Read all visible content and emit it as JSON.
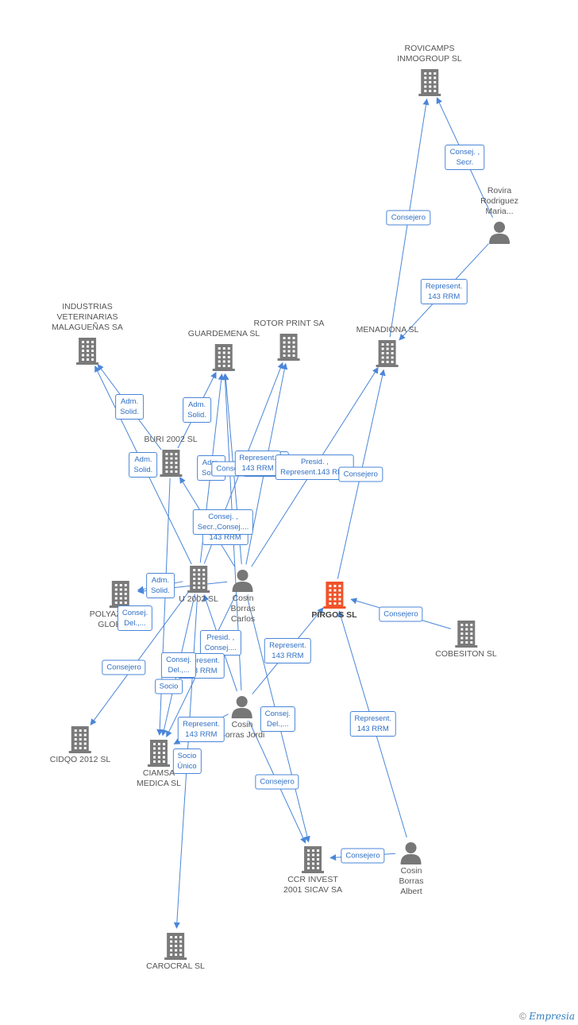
{
  "colors": {
    "edge": "#4a86d8",
    "company": "#7a7a7a",
    "focus": "#f0532a",
    "person": "#777777"
  },
  "nodes": [
    {
      "id": "rovicamps",
      "kind": "company",
      "label": "ROVICAMPS\nINMOGROUP SL",
      "label_pos": "above"
    },
    {
      "id": "rovira",
      "kind": "person",
      "label": "Rovira\nRodriguez\nMaria...",
      "label_pos": "above"
    },
    {
      "id": "industrias",
      "kind": "company",
      "label": "INDUSTRIAS\nVETERINARIAS\nMALAGUEÑAS SA",
      "label_pos": "above"
    },
    {
      "id": "guardemena",
      "kind": "company",
      "label": "GUARDEMENA SL",
      "label_pos": "above"
    },
    {
      "id": "rotor",
      "kind": "company",
      "label": "ROTOR PRINT SA",
      "label_pos": "above"
    },
    {
      "id": "menadiona",
      "kind": "company",
      "label": "MENADIONA SL",
      "label_pos": "above"
    },
    {
      "id": "buri",
      "kind": "company",
      "label": "BURI 2002 SL",
      "label_pos": "above"
    },
    {
      "id": "polyaziridine",
      "kind": "company",
      "label": "POLYAZIRIDINE\nGLOBAL  SL",
      "label_pos": "below"
    },
    {
      "id": "u2002",
      "kind": "company",
      "label": "U 2002 SL",
      "label_pos": "below"
    },
    {
      "id": "cosincarlos",
      "kind": "person",
      "label": "Cosin\nBorras\nCarlos",
      "label_pos": "below"
    },
    {
      "id": "pirgos",
      "kind": "focus",
      "label": "PIRGOS SL",
      "label_pos": "below"
    },
    {
      "id": "cobesiton",
      "kind": "company",
      "label": "COBESITON SL",
      "label_pos": "below"
    },
    {
      "id": "cidqo",
      "kind": "company",
      "label": "CIDQO 2012 SL",
      "label_pos": "below"
    },
    {
      "id": "ciamsa",
      "kind": "company",
      "label": "CIAMSA\nMEDICA SL",
      "label_pos": "below"
    },
    {
      "id": "cosinjordi",
      "kind": "person",
      "label": "Cosin\nBorras Jordi",
      "label_pos": "below"
    },
    {
      "id": "ccr",
      "kind": "company",
      "label": "CCR INVEST\n2001 SICAV SA",
      "label_pos": "below"
    },
    {
      "id": "cosinalbert",
      "kind": "person",
      "label": "Cosin\nBorras\nAlbert",
      "label_pos": "below"
    },
    {
      "id": "carocral",
      "kind": "company",
      "label": "CAROCRAL SL",
      "label_pos": "below"
    }
  ],
  "edges": [
    {
      "from": "rovira",
      "to": "rovicamps",
      "label": "Consej. ,\nSecr."
    },
    {
      "from": "rovira",
      "to": "menadiona",
      "label": "Represent.\n143 RRM"
    },
    {
      "from": "menadiona",
      "to": "rovicamps",
      "label": "Consejero"
    },
    {
      "from": "buri",
      "to": "industrias",
      "label": "Adm.\nSolid."
    },
    {
      "from": "u2002",
      "to": "industrias",
      "label": "Adm.\nSolid."
    },
    {
      "from": "buri",
      "to": "guardemena",
      "label": "Adm.\nSolid."
    },
    {
      "from": "u2002",
      "to": "guardemena",
      "label": "Adm.\nSolid."
    },
    {
      "from": "cosincarlos",
      "to": "guardemena",
      "label": "Consejero"
    },
    {
      "from": "cosinjordi",
      "to": "guardemena",
      "label": "Represent.\n143 RRM"
    },
    {
      "from": "cosincarlos",
      "to": "rotor",
      "label": "Represent.\n143 RRM"
    },
    {
      "from": "u2002",
      "to": "rotor",
      "label": "Represent.\n143 RRM"
    },
    {
      "from": "cosincarlos",
      "to": "menadiona",
      "label": "Presid. ,\nRepresent.143 RRM"
    },
    {
      "from": "pirgos",
      "to": "menadiona",
      "label": "Consejero"
    },
    {
      "from": "cosincarlos",
      "to": "buri",
      "label": "Consej. ,\nSecr.,Consej...."
    },
    {
      "from": "cosinjordi",
      "to": "u2002",
      "label": "Presid. ,\nConsej...."
    },
    {
      "from": "cosincarlos",
      "to": "polyaziridine",
      "label": "Consej.\nDel.,..."
    },
    {
      "from": "cosincarlos",
      "to": "ciamsa",
      "label": "Represent.\n143 RRM"
    },
    {
      "from": "cosinjordi",
      "to": "pirgos",
      "label": "Represent.\n143 RRM"
    },
    {
      "from": "cobesiton",
      "to": "pirgos",
      "label": "Consejero"
    },
    {
      "from": "cosinalbert",
      "to": "pirgos",
      "label": "Represent.\n143 RRM"
    },
    {
      "from": "u2002",
      "to": "polyaziridine",
      "label": "Adm.\nSolid."
    },
    {
      "from": "u2002",
      "to": "cidqo",
      "label": "Consejero"
    },
    {
      "from": "u2002",
      "to": "ciamsa",
      "label": "Consej.\nDel.,..."
    },
    {
      "from": "cosinjordi",
      "to": "ciamsa",
      "label": "Represent.\n143 RRM"
    },
    {
      "from": "buri",
      "to": "ciamsa",
      "label": "Socio"
    },
    {
      "from": "u2002",
      "to": "carocral",
      "label": "Socio\nÚnico"
    },
    {
      "from": "cosinjordi",
      "to": "ccr",
      "label": "Consejero"
    },
    {
      "from": "cosincarlos",
      "to": "ccr",
      "label": "Consej.\nDel.,..."
    },
    {
      "from": "cosinalbert",
      "to": "ccr",
      "label": "Consejero"
    }
  ],
  "footer": {
    "copyright": "©",
    "brand": "Empresia"
  }
}
